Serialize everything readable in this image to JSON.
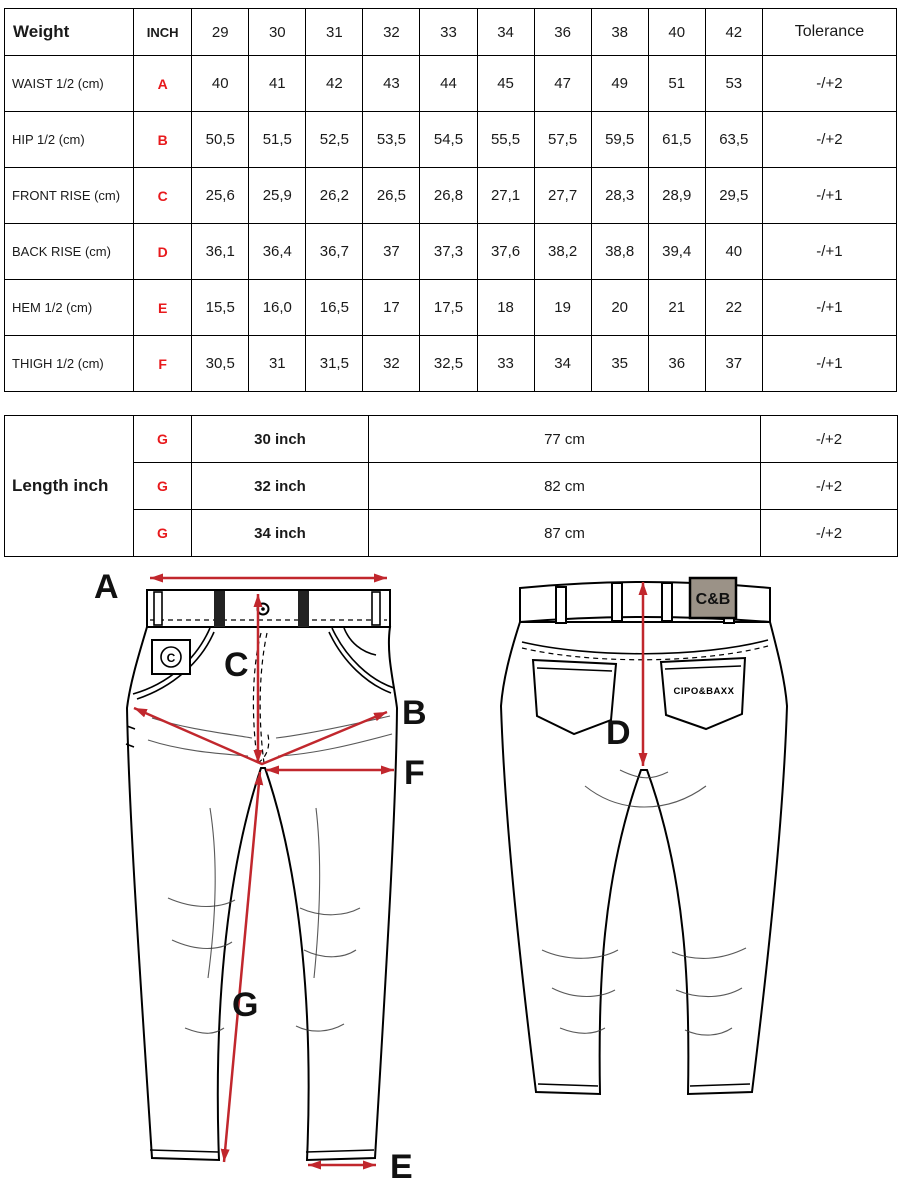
{
  "colors": {
    "accent_red": "#e8191c",
    "arrow_red": "#c1272d",
    "table_border": "#000000",
    "patch_gray": "#9b9287"
  },
  "size_table": {
    "corner_label": "Weight",
    "inch_label": "INCH",
    "sizes": [
      "29",
      "30",
      "31",
      "32",
      "33",
      "34",
      "36",
      "38",
      "40",
      "42"
    ],
    "tolerance_label": "Tolerance",
    "rows": [
      {
        "label": "WAIST 1/2 (cm)",
        "code": "A",
        "values": [
          "40",
          "41",
          "42",
          "43",
          "44",
          "45",
          "47",
          "49",
          "51",
          "53"
        ],
        "tolerance": "-/+2"
      },
      {
        "label": "HIP 1/2 (cm)",
        "code": "B",
        "values": [
          "50,5",
          "51,5",
          "52,5",
          "53,5",
          "54,5",
          "55,5",
          "57,5",
          "59,5",
          "61,5",
          "63,5"
        ],
        "tolerance": "-/+2"
      },
      {
        "label": "FRONT RISE (cm)",
        "code": "C",
        "values": [
          "25,6",
          "25,9",
          "26,2",
          "26,5",
          "26,8",
          "27,1",
          "27,7",
          "28,3",
          "28,9",
          "29,5"
        ],
        "tolerance": "-/+1"
      },
      {
        "label": "BACK RISE (cm)",
        "code": "D",
        "values": [
          "36,1",
          "36,4",
          "36,7",
          "37",
          "37,3",
          "37,6",
          "38,2",
          "38,8",
          "39,4",
          "40"
        ],
        "tolerance": "-/+1"
      },
      {
        "label": "HEM 1/2 (cm)",
        "code": "E",
        "values": [
          "15,5",
          "16,0",
          "16,5",
          "17",
          "17,5",
          "18",
          "19",
          "20",
          "21",
          "22"
        ],
        "tolerance": "-/+1"
      },
      {
        "label": "THIGH 1/2 (cm)",
        "code": "F",
        "values": [
          "30,5",
          "31",
          "31,5",
          "32",
          "32,5",
          "33",
          "34",
          "35",
          "36",
          "37"
        ],
        "tolerance": "-/+1"
      }
    ]
  },
  "length_table": {
    "label": "Length inch",
    "rows": [
      {
        "code": "G",
        "inch": "30 inch",
        "cm": "77 cm",
        "tolerance": "-/+2"
      },
      {
        "code": "G",
        "inch": "32 inch",
        "cm": "82 cm",
        "tolerance": "-/+2"
      },
      {
        "code": "G",
        "inch": "34 inch",
        "cm": "87 cm",
        "tolerance": "-/+2"
      }
    ]
  },
  "diagram": {
    "measure_labels": [
      "A",
      "B",
      "C",
      "D",
      "E",
      "F",
      "G"
    ],
    "front_patch_text": "C",
    "back_patch_text": "C&B",
    "back_pocket_text": "CIPO&BAXX"
  }
}
